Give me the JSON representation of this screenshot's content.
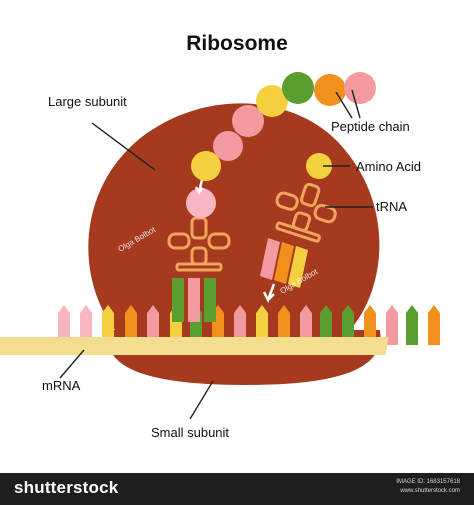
{
  "title": "Ribosome",
  "labels": {
    "large_subunit": "Large subunit",
    "peptide_chain": "Peptide chain",
    "amino_acid": "Amino Acid",
    "trna": "tRNA",
    "mrna": "mRNA",
    "small_subunit": "Small subunit"
  },
  "colors": {
    "ribosome_body": "#a53a1f",
    "mrna_strand": "#f3dd8e",
    "trna_outline": "#f2a35e",
    "green": "#5a9e2f",
    "orange": "#f2901e",
    "yellow": "#f4d03f",
    "pink": "#f39aa0",
    "light_pink": "#f7b6c2",
    "pointer_line": "#222222",
    "footer_bg": "#1e1e1e"
  },
  "peptide_chain_bead_colors": [
    "yellow",
    "yellow",
    "pink",
    "yellow",
    "pink",
    "yellow",
    "green",
    "orange",
    "pink"
  ],
  "codon_colors": [
    "light_pink",
    "light_pink",
    "yellow",
    "orange",
    "pink",
    "yellow",
    "green",
    "orange",
    "pink",
    "yellow",
    "orange",
    "pink",
    "green",
    "green",
    "orange",
    "pink",
    "green",
    "orange",
    "pink",
    "green"
  ],
  "watermark": {
    "brand": "shutterstock",
    "author": "Olga Bolbot",
    "image_id": "IMAGE ID: 1683157618",
    "site": "www.shutterstock.com"
  }
}
